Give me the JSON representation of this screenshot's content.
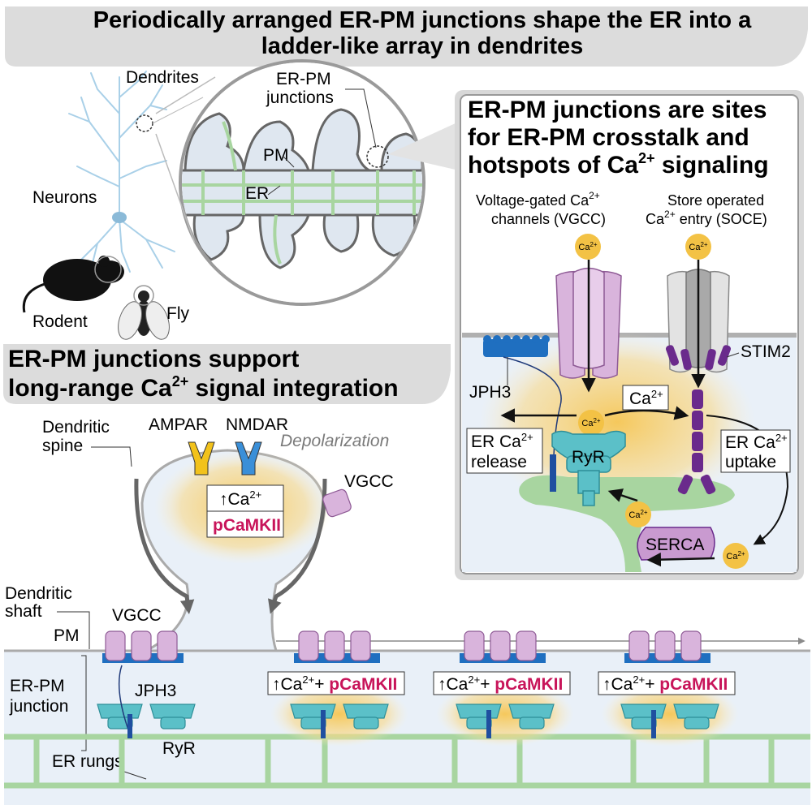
{
  "title": {
    "line1": "Periodically arranged ER-PM junctions shape the ER into a",
    "line2": "ladder-like array in dendrites"
  },
  "overview": {
    "dendrites": "Dendrites",
    "junctions_l1": "ER-PM",
    "junctions_l2": "junctions",
    "pm": "PM",
    "er": "ER",
    "neurons": "Neurons",
    "rodent": "Rodent",
    "fly": "Fly"
  },
  "crosstalk": {
    "title_l1": "ER-PM junctions are sites",
    "title_l2": "for ER-PM crosstalk and",
    "title_l3": "hotspots of Ca",
    "title_l3_sup": "2+",
    "title_l3_end": " signaling",
    "vgcc_l1": "Voltage-gated Ca",
    "vgcc_l1_sup": "2+",
    "vgcc_l2": "channels (VGCC)",
    "soce_l1": "Store operated",
    "soce_l2": "Ca",
    "soce_l2_sup": "2+",
    "soce_l2_end": " entry (SOCE)",
    "stim2": "STIM2",
    "jph3": "JPH3",
    "ca_box": "Ca",
    "ca_box_sup": "2+",
    "release_l1": "ER Ca",
    "release_sup": "2+",
    "release_l2": "release",
    "uptake_l1": "ER Ca",
    "uptake_sup": "2+",
    "uptake_l2": "uptake",
    "ryr": "RyR",
    "serca": "SERCA",
    "ion": "Ca",
    "ion_sup": "2+"
  },
  "integration": {
    "title_l1": "ER-PM junctions support",
    "title_l2": "long-range Ca",
    "title_l2_sup": "2+",
    "title_l2_end": " signal integration",
    "spine_l1": "Dendritic",
    "spine_l2": "spine",
    "ampar": "AMPAR",
    "nmdar": "NMDAR",
    "depolarization": "Depolarization",
    "vgcc": "VGCC",
    "ca_up": "Ca",
    "ca_up_sup": "2+",
    "pcamkii": "pCaMKII",
    "shaft_l1": "Dendritic",
    "shaft_l2": "shaft",
    "pm": "PM",
    "vgcc2": "VGCC",
    "junction_l1": "ER-PM",
    "junction_l2": "junction",
    "jph3": "JPH3",
    "ryr": "RyR",
    "er_rungs": "ER rungs",
    "junction_box_ca": "Ca",
    "junction_box_sup": "2+",
    "junction_box_plus": "+ ",
    "junction_box_p": "pCaMKII"
  },
  "colors": {
    "er_green": "#a8d5a0",
    "channel_pink": "#d9b4dc",
    "ryr_teal": "#5bc0c8",
    "jph3_blue": "#1f6fc0",
    "stim_purple": "#6a2a8c",
    "ca_yellow": "#f3c245",
    "pcamkii_pink": "#c8155a",
    "shaft_blue": "#e9f0f8"
  }
}
